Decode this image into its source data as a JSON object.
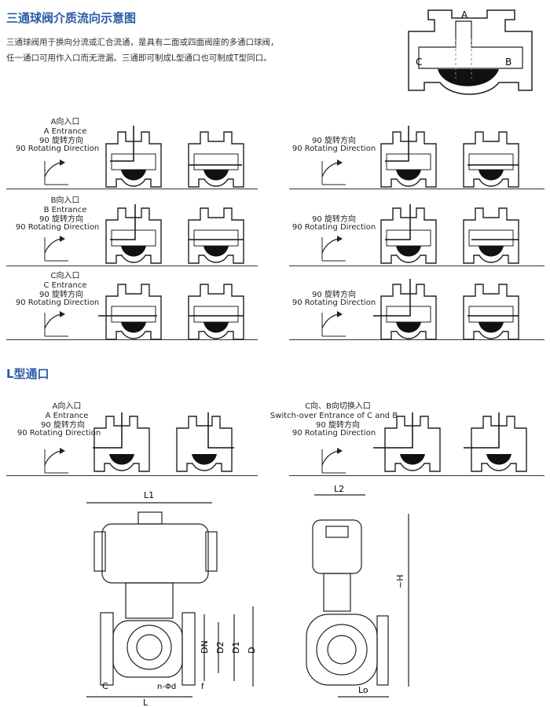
{
  "header": {
    "title": "三通球阀介质流向示意图",
    "line1": "三通球阀用于换向分流或汇合流通，是具有二面或四面阀座的多通口球阀，",
    "line2": "任一通口可用作入口而无泄漏。三通即可制成L型通口也可制成T型同口。"
  },
  "top_diagram": {
    "port_a": "A",
    "port_b": "B",
    "port_c": "C"
  },
  "t_rows": [
    {
      "entrance_cn": "A向入口",
      "entrance_en": "A Entrance",
      "rot_cn": "90   旋转方向",
      "rot_en": "90 Rotating Direction",
      "right_rot_cn": "90   旋转方向",
      "right_rot_en": "90 Rotating Direction"
    },
    {
      "entrance_cn": "B向入口",
      "entrance_en": "B Entrance",
      "rot_cn": "90   旋转方向",
      "rot_en": "90 Rotating Direction",
      "right_rot_cn": "90   旋转方向",
      "right_rot_en": "90 Rotating Direction"
    },
    {
      "entrance_cn": "C向入口",
      "entrance_en": "C Entrance",
      "rot_cn": "90   旋转方向",
      "rot_en": "90 Rotating Direction",
      "right_rot_cn": "90   旋转方向",
      "right_rot_en": "90 Rotating Direction"
    }
  ],
  "l_section": {
    "title": "L型通口",
    "left": {
      "cn": "A向入口",
      "en": "A Entrance",
      "rot_cn": "90   旋转方向",
      "rot_en": "90 Rotating Direction"
    },
    "right": {
      "cn": "C向、B向切换入口",
      "en": "Switch-over Entrance of C and B",
      "rot_cn": "90   旋转方向",
      "rot_en": "90 Rotating Direction"
    }
  },
  "dims": {
    "l1": "L1",
    "l2": "L2",
    "h": "~H",
    "dn": "DN",
    "d2": "D2",
    "d1": "D1",
    "d": "D",
    "c": "C",
    "l": "L",
    "nphi": "n-Φd",
    "f": "f",
    "lo": "Lo"
  }
}
